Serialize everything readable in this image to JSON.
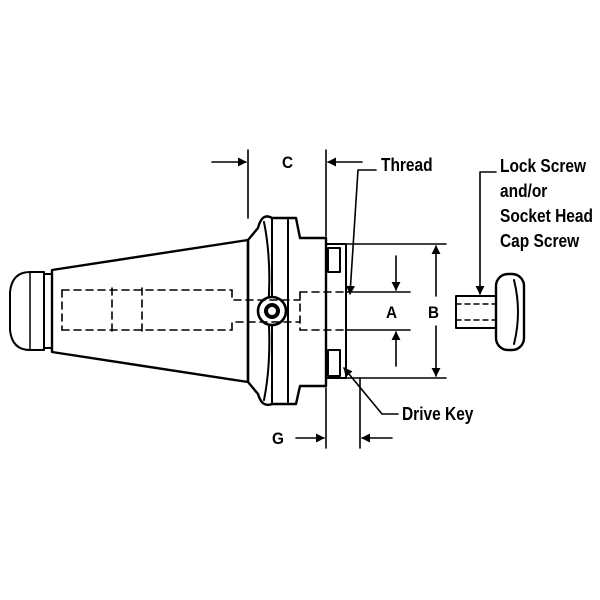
{
  "diagram": {
    "colors": {
      "ink": "#000000",
      "paper": "#ffffff"
    },
    "labels": {
      "thread": "Thread",
      "lock_screw": [
        "Lock Screw",
        "and/or",
        "Socket Head",
        "Cap Screw"
      ],
      "drive_key": "Drive Key",
      "dim_a": "A",
      "dim_b": "B",
      "dim_c": "C",
      "dim_g": "G"
    }
  }
}
